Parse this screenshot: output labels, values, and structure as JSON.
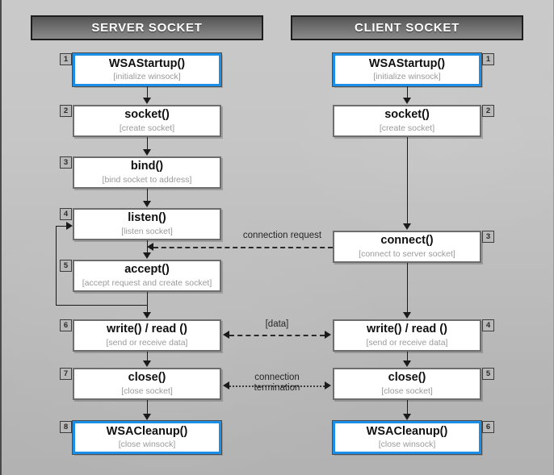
{
  "diagram": {
    "title": "Winsock server/client socket call sequence",
    "colors": {
      "background": "#c2c2c2",
      "banner_dark": "#555555",
      "banner_light": "#8a8a8a",
      "highlight_blue": "#1b8ee8",
      "box_border": "#6d6d6d",
      "sub_text": "#9a9a9a",
      "line": "#1a1a1a"
    }
  },
  "columns": {
    "server": {
      "banner": "SERVER SOCKET",
      "steps": [
        {
          "num": "1",
          "title": "WSAStartup()",
          "sub": "[initialize winsock]",
          "highlight": true
        },
        {
          "num": "2",
          "title": "socket()",
          "sub": "[create socket]",
          "highlight": false
        },
        {
          "num": "3",
          "title": "bind()",
          "sub": "[bind socket to address]",
          "highlight": false
        },
        {
          "num": "4",
          "title": "listen()",
          "sub": "[listen socket]",
          "highlight": false
        },
        {
          "num": "5",
          "title": "accept()",
          "sub": "[accept request and create socket]",
          "highlight": false
        },
        {
          "num": "6",
          "title": "write() / read ()",
          "sub": "[send or receive data]",
          "highlight": false
        },
        {
          "num": "7",
          "title": "close()",
          "sub": "[close socket]",
          "highlight": false
        },
        {
          "num": "8",
          "title": "WSACleanup()",
          "sub": "[close winsock]",
          "highlight": true
        }
      ]
    },
    "client": {
      "banner": "CLIENT SOCKET",
      "steps": [
        {
          "num": "1",
          "title": "WSAStartup()",
          "sub": "[initialize winsock]",
          "highlight": true
        },
        {
          "num": "2",
          "title": "socket()",
          "sub": "[create socket]",
          "highlight": false
        },
        {
          "num": "3",
          "title": "connect()",
          "sub": "[connect to server socket]",
          "highlight": false
        },
        {
          "num": "4",
          "title": "write() / read ()",
          "sub": "[send or receive data]",
          "highlight": false
        },
        {
          "num": "5",
          "title": "close()",
          "sub": "[close socket]",
          "highlight": false
        },
        {
          "num": "6",
          "title": "WSACleanup()",
          "sub": "[close winsock]",
          "highlight": true
        }
      ]
    }
  },
  "links": [
    {
      "id": "connection-request",
      "label": "connection  request",
      "style": "dashed",
      "direction": "right-to-left"
    },
    {
      "id": "data-exchange",
      "label": "[data]",
      "style": "dashed",
      "direction": "bidirectional"
    },
    {
      "id": "connection-termination",
      "label_line1": "connection",
      "label_line2": "termination",
      "style": "dotted",
      "direction": "bidirectional"
    }
  ]
}
